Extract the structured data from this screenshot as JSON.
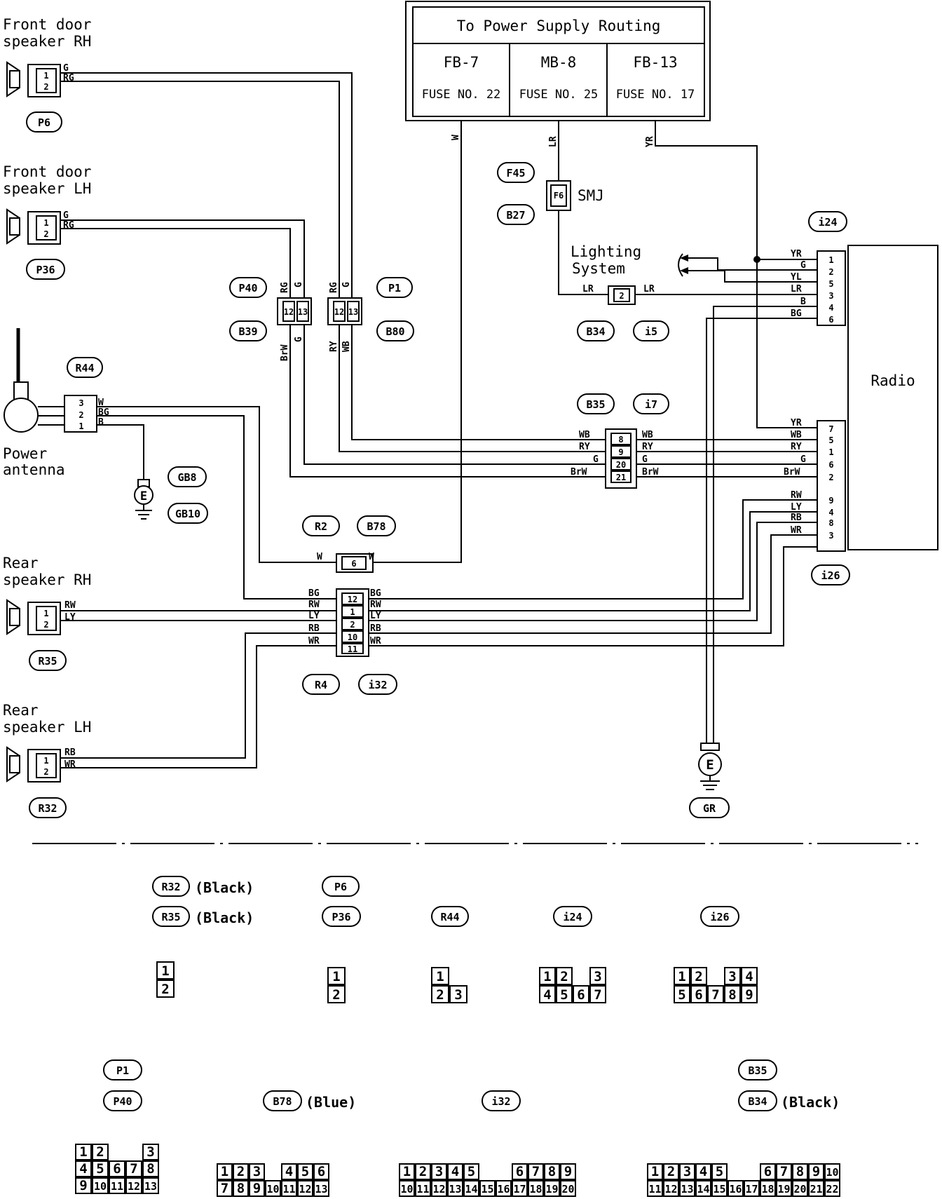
{
  "labels": {
    "front_rh": [
      "Front door",
      "speaker RH"
    ],
    "front_lh": [
      "Front door",
      "speaker LH"
    ],
    "power_antenna": [
      "Power",
      "antenna"
    ],
    "rear_rh": [
      "Rear",
      "speaker RH"
    ],
    "rear_lh": [
      "Rear",
      "speaker LH"
    ],
    "radio": "Radio",
    "lighting": [
      "Lighting",
      "System"
    ],
    "smj": "SMJ"
  },
  "fuse_box": {
    "title": "To Power Supply Routing",
    "cells": [
      {
        "name": "FB-7",
        "fuse": "FUSE NO. 22"
      },
      {
        "name": "MB-8",
        "fuse": "FUSE NO. 25"
      },
      {
        "name": "FB-13",
        "fuse": "FUSE NO. 17"
      }
    ]
  },
  "connector_tags": {
    "p6": "P6",
    "p36": "P36",
    "r44": "R44",
    "gb8": "GB8",
    "gb10": "GB10",
    "p40": "P40",
    "b39": "B39",
    "p1": "P1",
    "b80": "B80",
    "f45": "F45",
    "b27": "B27",
    "f6": "F6",
    "b34": "B34",
    "i5": "i5",
    "b35": "B35",
    "i7": "i7",
    "r2": "R2",
    "b78": "B78",
    "r4": "R4",
    "i32": "i32",
    "r35": "R35",
    "r32": "R32",
    "gr": "GR",
    "i24": "i24",
    "i26": "i26"
  },
  "wire_codes": {
    "g": "G",
    "rg": "RG",
    "w": "W",
    "lr": "LR",
    "yr": "YR",
    "yl": "YL",
    "b": "B",
    "bg": "BG",
    "brw": "BrW",
    "ry": "RY",
    "wb": "WB",
    "rw": "RW",
    "ly": "LY",
    "rb": "RB",
    "wr": "WR"
  },
  "ground": "E",
  "legend": {
    "r32": "R32",
    "r35": "R35",
    "black": "(Black)",
    "p6": "P6",
    "p36": "P36",
    "r44": "R44",
    "i24": "i24",
    "i26": "i26",
    "p1": "P1",
    "p40": "P40",
    "b78": "B78",
    "blue": "(Blue)",
    "i32": "i32",
    "b35": "B35",
    "b34": "B34"
  },
  "legend_connectors": {
    "c2": [
      [
        "1"
      ],
      [
        "2"
      ]
    ],
    "c2t": [
      [
        "1"
      ],
      [
        "2"
      ]
    ],
    "c3": [
      [
        "1"
      ],
      [
        "2",
        "3"
      ]
    ],
    "c7": [
      [
        "1",
        "2",
        "",
        "3"
      ],
      [
        "4",
        "5",
        "6",
        "7"
      ]
    ],
    "c9": [
      [
        "1",
        "2",
        "",
        "3",
        "4"
      ],
      [
        "5",
        "6",
        "7",
        "8",
        "9"
      ]
    ],
    "c13": [
      [
        "1",
        "2",
        "",
        "",
        "3"
      ],
      [
        "4",
        "5",
        "6",
        "7",
        "8"
      ],
      [
        "9",
        "10",
        "11",
        "12",
        "13"
      ]
    ],
    "c13b": [
      [
        "1",
        "2",
        "3",
        "",
        "4",
        "5",
        "6"
      ],
      [
        "7",
        "8",
        "9",
        "10",
        "11",
        "12",
        "13"
      ]
    ],
    "c20": [
      [
        "1",
        "2",
        "3",
        "4",
        "5",
        "",
        "",
        "6",
        "7",
        "8",
        "9"
      ],
      [
        "10",
        "11",
        "12",
        "13",
        "14",
        "15",
        "16",
        "17",
        "18",
        "19",
        "20"
      ]
    ],
    "c22": [
      [
        "1",
        "2",
        "3",
        "4",
        "5",
        "",
        "",
        "6",
        "7",
        "8",
        "9",
        "10"
      ],
      [
        "11",
        "12",
        "13",
        "14",
        "15",
        "16",
        "17",
        "18",
        "19",
        "20",
        "21",
        "22"
      ]
    ]
  }
}
